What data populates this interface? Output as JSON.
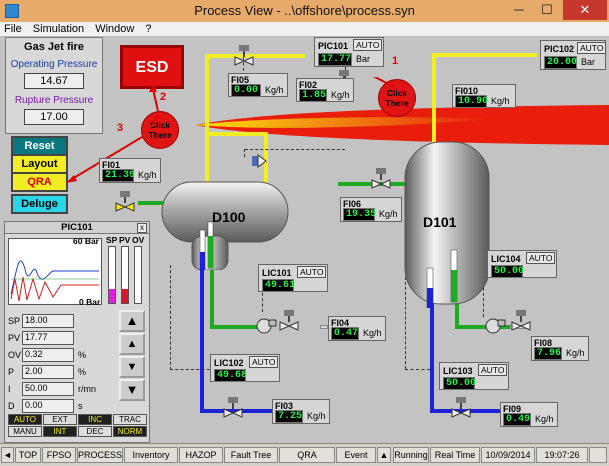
{
  "window": {
    "title": "Process View - ..\\offshore\\process.syn",
    "minimize": "─",
    "maximize": "☐",
    "close": "✕"
  },
  "menu": [
    "File",
    "Simulation",
    "Window",
    "?"
  ],
  "left_panel": {
    "title": "Gas Jet fire",
    "op_label": "Operating Pressure",
    "op_value": "14.67",
    "rup_label": "Rupture Pressure",
    "rup_value": "17.00",
    "buttons": {
      "reset": "Reset",
      "layout": "Layout",
      "qra": "QRA",
      "deluge": "Deluge"
    },
    "esd": "ESD"
  },
  "faceplate": {
    "title": "PIC101",
    "close": "x",
    "scale_top": "60 Bar",
    "scale_bottom": "0 Bar",
    "cols": [
      "SP",
      "PV",
      "OV"
    ],
    "rows": [
      {
        "label": "SP",
        "value": "18.00",
        "unit": ""
      },
      {
        "label": "PV",
        "value": "17.77",
        "unit": ""
      },
      {
        "label": "OV",
        "value": "0.32",
        "unit": "%"
      },
      {
        "label": "P",
        "value": "2.00",
        "unit": "%"
      },
      {
        "label": "I",
        "value": "50.00",
        "unit": "r/mn"
      },
      {
        "label": "D",
        "value": "0.00",
        "unit": "s"
      }
    ],
    "modes": [
      "AUTO",
      "EXT",
      "INC",
      "TRAC",
      "MANU",
      "INT",
      "DEC",
      "NORM"
    ]
  },
  "tags": {
    "PIC101": {
      "name": "PIC101",
      "mode": "AUTO",
      "value": "17.77",
      "unit": "Bar"
    },
    "PIC102": {
      "name": "PIC102",
      "mode": "AUTO",
      "value": "20.00",
      "unit": "Bar"
    },
    "FI05": {
      "name": "FI05",
      "value": "0.00",
      "unit": "Kg/h"
    },
    "FI02": {
      "name": "FI02",
      "value": "1.85",
      "unit": "Kg/h"
    },
    "FI010": {
      "name": "FI010",
      "value": "10.90",
      "unit": "Kg/h"
    },
    "FI01": {
      "name": "FI01",
      "value": "21.39",
      "unit": "Kg/h"
    },
    "FI06": {
      "name": "FI06",
      "value": "19.35",
      "unit": "Kg/h"
    },
    "LIC101": {
      "name": "LIC101",
      "mode": "AUTO",
      "value": "49.61"
    },
    "LIC104": {
      "name": "LIC104",
      "mode": "AUTO",
      "value": "50.00"
    },
    "FI04": {
      "name": "FI04",
      "value": "0.47",
      "unit": "Kg/h"
    },
    "FI08": {
      "name": "FI08",
      "value": "7.96",
      "unit": "Kg/h"
    },
    "LIC102": {
      "name": "LIC102",
      "mode": "AUTO",
      "value": "49.68"
    },
    "LIC103": {
      "name": "LIC103",
      "mode": "AUTO",
      "value": "50.00"
    },
    "FI03": {
      "name": "FI03",
      "value": "7.25",
      "unit": "Kg/h"
    },
    "FI09": {
      "name": "FI09",
      "value": "0.49",
      "unit": "Kg/h"
    }
  },
  "vessels": {
    "d100": "D100",
    "d101": "D101"
  },
  "callouts": {
    "n1": "1",
    "n2": "2",
    "n3": "3",
    "click1": "Click There",
    "click2": "Click There"
  },
  "status": {
    "items": [
      "TOP",
      "FPSO",
      "PROCESS",
      "Inventory",
      "HAZOP",
      "Fault Tree",
      "QRA",
      "Event"
    ],
    "arrow": "◄",
    "up": "▲",
    "state": "Running",
    "clock": "Real Time",
    "date": "10/09/2014",
    "time": "19:07:26"
  },
  "colors": {
    "flame_outer": "#e81d0b",
    "flame_inner": "#ffe30a",
    "esd": "#e01010",
    "pipe_yellow": "#f3ed26",
    "pipe_blue": "#1e23d8",
    "pipe_green": "#1eaa22"
  }
}
